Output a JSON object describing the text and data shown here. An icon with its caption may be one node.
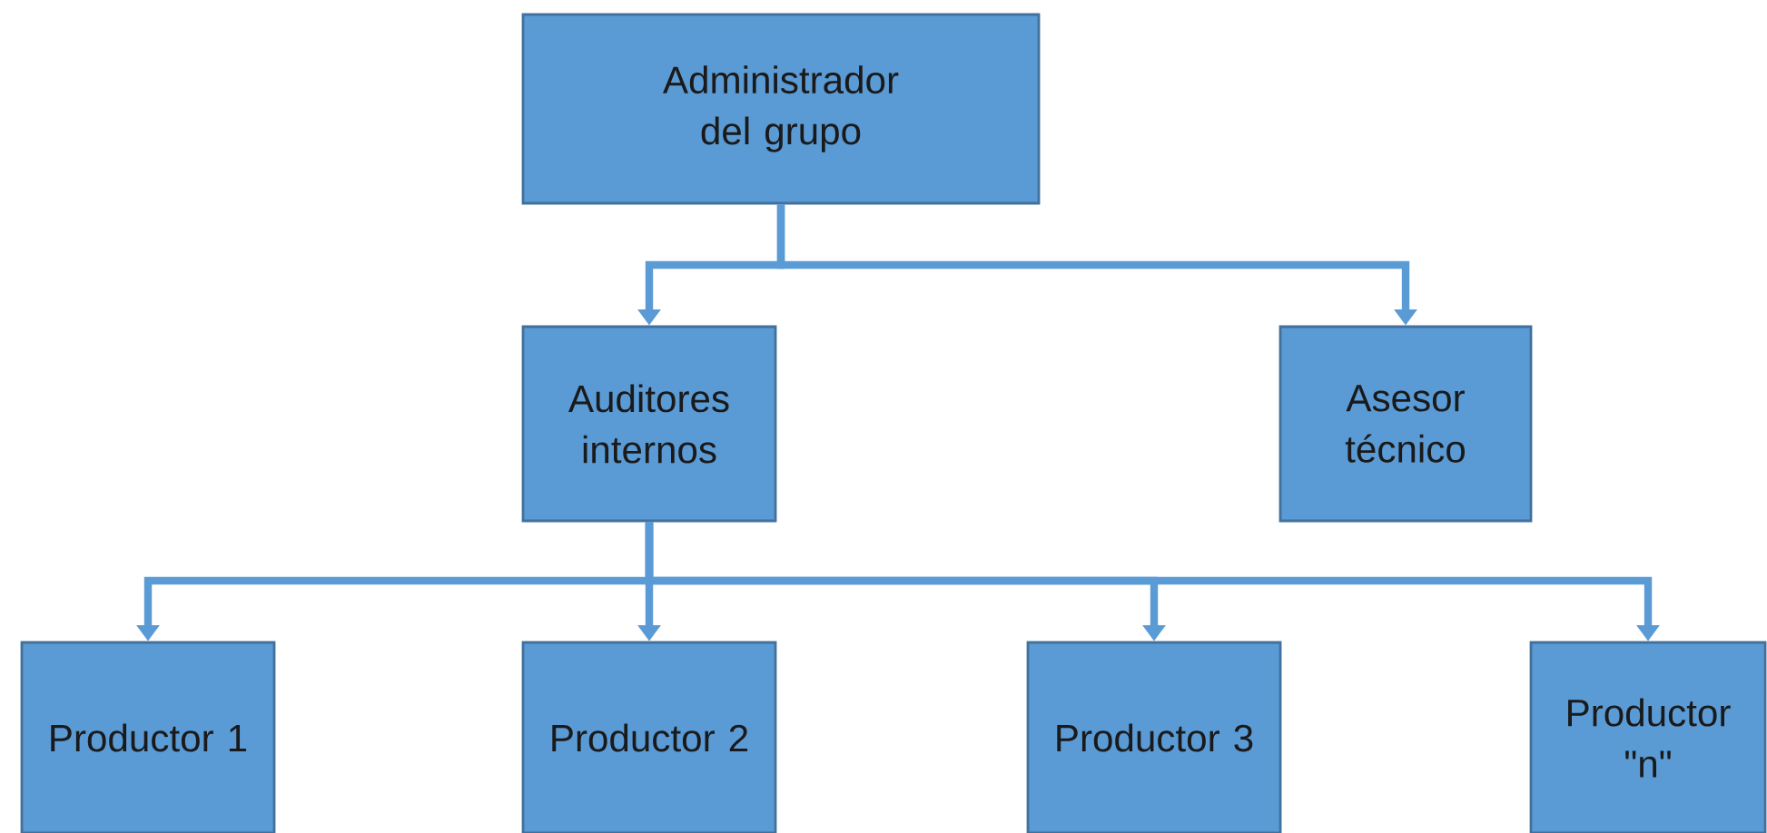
{
  "diagram": {
    "nodes": [
      {
        "text": [
          "Administrador del grupo"
        ]
      },
      {
        "text": [
          "Auditores internos"
        ]
      },
      {
        "text": [
          "Asesor técnico"
        ]
      },
      {
        "text": [
          "Productor 1"
        ]
      },
      {
        "text": [
          "Productor 2"
        ]
      },
      {
        "text": [
          "Productor 3"
        ]
      },
      {
        "text": [
          "Productor \"n\""
        ]
      }
    ],
    "edges": [
      {
        "from": 0,
        "to": 1,
        "arrow": "to"
      },
      {
        "from": 0,
        "to": 2,
        "arrow": "to"
      },
      {
        "from": 1,
        "to": 3,
        "arrow": "to"
      },
      {
        "from": 1,
        "to": 4,
        "arrow": "to"
      },
      {
        "from": 1,
        "to": 5,
        "arrow": "to"
      },
      {
        "from": 1,
        "to": 6,
        "arrow": "to"
      }
    ]
  }
}
